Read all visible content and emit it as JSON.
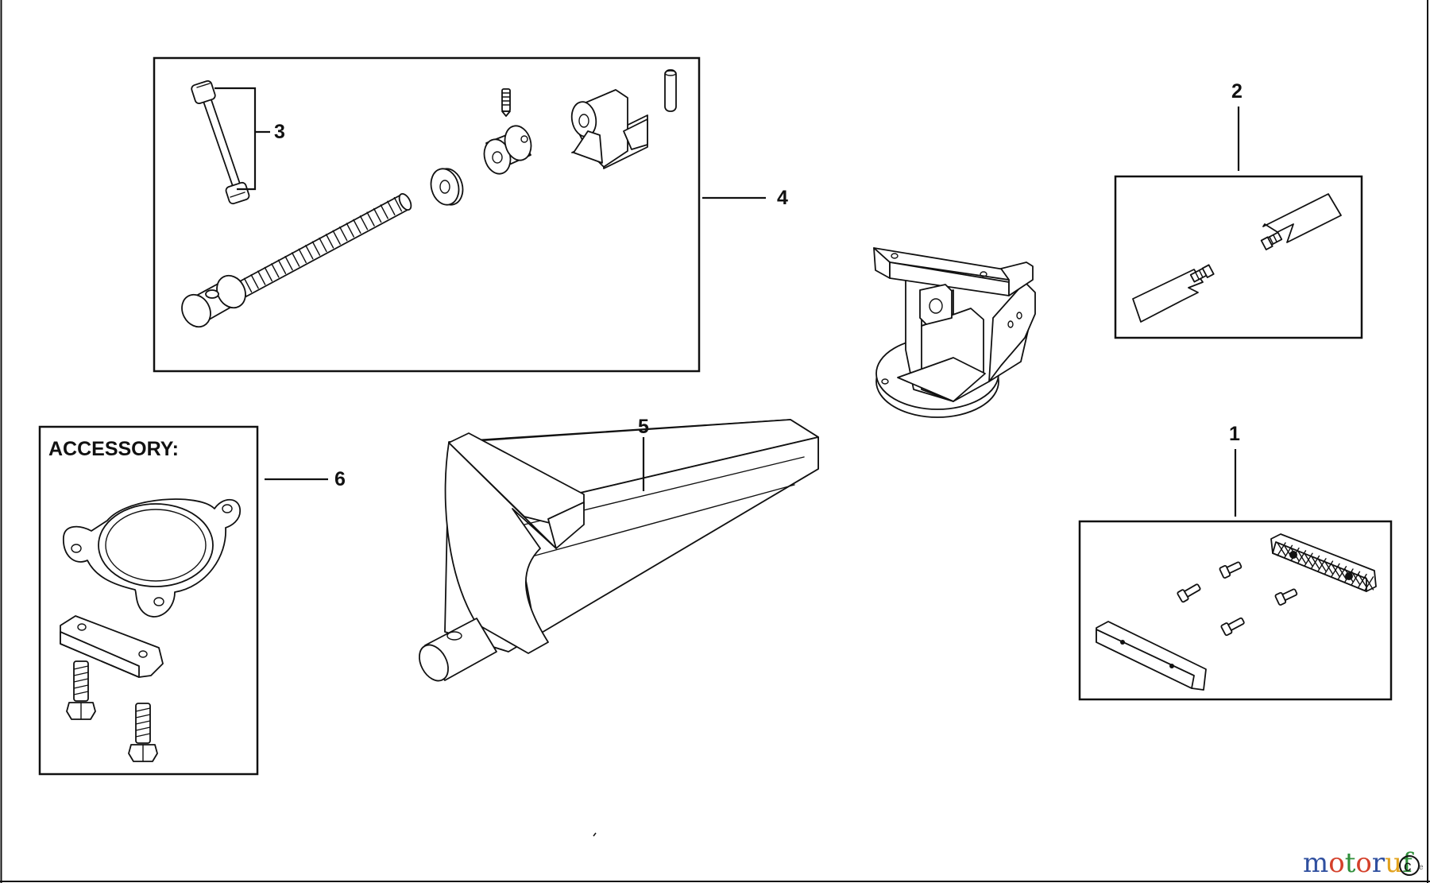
{
  "callouts": {
    "c1": "1",
    "c2": "2",
    "c3": "3",
    "c4": "4",
    "c5": "5",
    "c6": "6"
  },
  "accessory_label": "ACCESSORY:",
  "watermark": {
    "letters": [
      "m",
      "o",
      "t",
      "o",
      "r",
      "u",
      "f"
    ],
    "colors": [
      "#2f4f9f",
      "#d4402a",
      "#2f8f3a",
      "#d4402a",
      "#2f4f9f",
      "#e2a21e",
      "#2f8f3a"
    ],
    "trailing": "e"
  }
}
